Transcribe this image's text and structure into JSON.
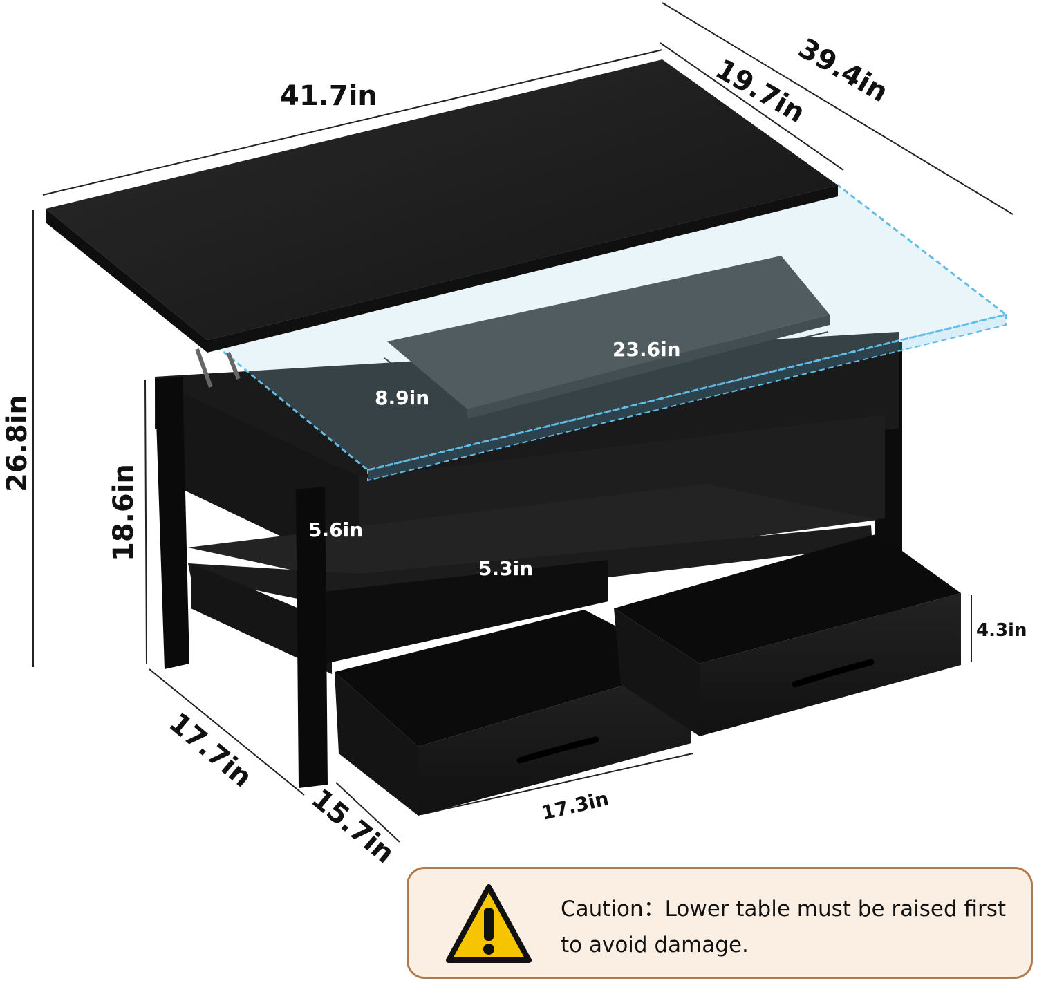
{
  "dimensions": {
    "top_length": "41.7in",
    "overall_length": "39.4in",
    "top_depth": "19.7in",
    "overall_height": "26.8in",
    "lower_height": "18.6in",
    "lift_storage_height": "5.6in",
    "shelf_clearance": "5.3in",
    "drawer_height": "4.3in",
    "base_depth": "17.7in",
    "drawer_depth": "15.7in",
    "drawer_width": "17.3in",
    "lift_tray_width": "23.6in",
    "lift_tray_depth": "8.9in"
  },
  "caution": {
    "label": "Caution：",
    "message": "Lower table must be raised first to avoid damage."
  },
  "colors": {
    "wood": "#1b1b1b",
    "frame": "#0c0c0c",
    "glass_outline": "#62bde6",
    "caution_border": "#b07a4f",
    "caution_bg": "#fbeee3",
    "warning_yellow": "#f6c400"
  },
  "icons": {
    "warning": "warning-triangle-icon"
  }
}
